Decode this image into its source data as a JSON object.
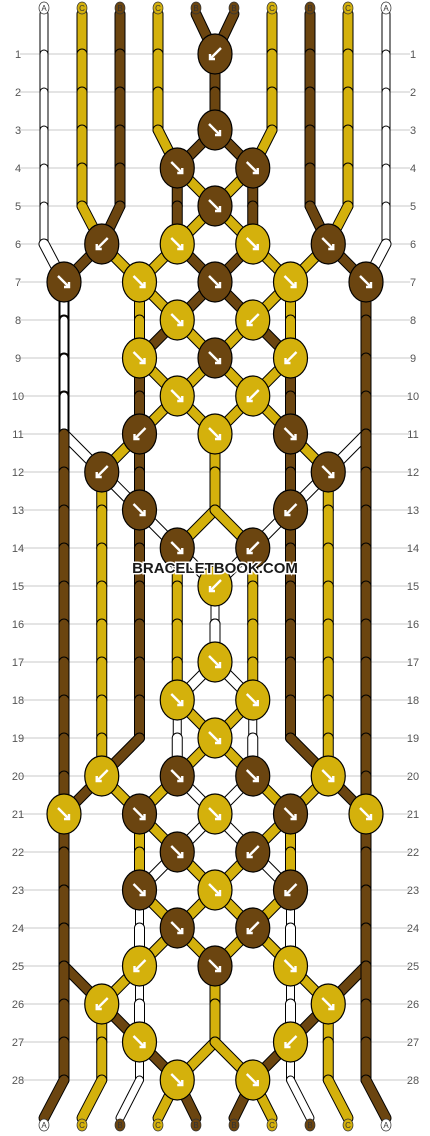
{
  "watermark": "BRACELETBOOK.COM",
  "strands": [
    "A",
    "C",
    "B",
    "C",
    "B",
    "B",
    "C",
    "B",
    "C",
    "A"
  ],
  "strand_colors": {
    "A": "#ffffff",
    "B": "#6b4510",
    "C": "#d4b10c"
  },
  "rows": 28,
  "row_labels": [
    "1",
    "2",
    "3",
    "4",
    "5",
    "6",
    "7",
    "8",
    "9",
    "10",
    "11",
    "12",
    "13",
    "14",
    "15",
    "16",
    "17",
    "18",
    "19",
    "20",
    "21",
    "22",
    "23",
    "24",
    "25",
    "26",
    "27",
    "28"
  ],
  "knots": [
    {
      "row": 1,
      "pos": 4,
      "color": "B",
      "dir": "sw"
    },
    {
      "row": 3,
      "pos": 4,
      "color": "B",
      "dir": "se"
    },
    {
      "row": 4,
      "pos": 3,
      "color": "B",
      "dir": "se"
    },
    {
      "row": 4,
      "pos": 5,
      "color": "B",
      "dir": "se"
    },
    {
      "row": 5,
      "pos": 4,
      "color": "B",
      "dir": "se"
    },
    {
      "row": 6,
      "pos": 1,
      "color": "B",
      "dir": "sw"
    },
    {
      "row": 6,
      "pos": 3,
      "color": "C",
      "dir": "se"
    },
    {
      "row": 6,
      "pos": 5,
      "color": "C",
      "dir": "se"
    },
    {
      "row": 6,
      "pos": 7,
      "color": "B",
      "dir": "se"
    },
    {
      "row": 7,
      "pos": 0,
      "color": "B",
      "dir": "se"
    },
    {
      "row": 7,
      "pos": 2,
      "color": "C",
      "dir": "se"
    },
    {
      "row": 7,
      "pos": 4,
      "color": "B",
      "dir": "se"
    },
    {
      "row": 7,
      "pos": 6,
      "color": "C",
      "dir": "se"
    },
    {
      "row": 7,
      "pos": 8,
      "color": "B",
      "dir": "se"
    },
    {
      "row": 8,
      "pos": 3,
      "color": "C",
      "dir": "se"
    },
    {
      "row": 8,
      "pos": 5,
      "color": "C",
      "dir": "sw"
    },
    {
      "row": 9,
      "pos": 2,
      "color": "C",
      "dir": "se"
    },
    {
      "row": 9,
      "pos": 4,
      "color": "B",
      "dir": "se"
    },
    {
      "row": 9,
      "pos": 6,
      "color": "C",
      "dir": "sw"
    },
    {
      "row": 10,
      "pos": 3,
      "color": "C",
      "dir": "se"
    },
    {
      "row": 10,
      "pos": 5,
      "color": "C",
      "dir": "sw"
    },
    {
      "row": 11,
      "pos": 2,
      "color": "B",
      "dir": "sw"
    },
    {
      "row": 11,
      "pos": 4,
      "color": "C",
      "dir": "se"
    },
    {
      "row": 11,
      "pos": 6,
      "color": "B",
      "dir": "se"
    },
    {
      "row": 12,
      "pos": 1,
      "color": "B",
      "dir": "sw"
    },
    {
      "row": 12,
      "pos": 7,
      "color": "B",
      "dir": "se"
    },
    {
      "row": 13,
      "pos": 2,
      "color": "B",
      "dir": "se"
    },
    {
      "row": 13,
      "pos": 6,
      "color": "B",
      "dir": "sw"
    },
    {
      "row": 14,
      "pos": 3,
      "color": "B",
      "dir": "se"
    },
    {
      "row": 14,
      "pos": 5,
      "color": "B",
      "dir": "sw"
    },
    {
      "row": 15,
      "pos": 4,
      "color": "C",
      "dir": "sw"
    },
    {
      "row": 17,
      "pos": 4,
      "color": "C",
      "dir": "se"
    },
    {
      "row": 18,
      "pos": 3,
      "color": "C",
      "dir": "se"
    },
    {
      "row": 18,
      "pos": 5,
      "color": "C",
      "dir": "se"
    },
    {
      "row": 19,
      "pos": 4,
      "color": "C",
      "dir": "se"
    },
    {
      "row": 20,
      "pos": 1,
      "color": "C",
      "dir": "sw"
    },
    {
      "row": 20,
      "pos": 3,
      "color": "B",
      "dir": "se"
    },
    {
      "row": 20,
      "pos": 5,
      "color": "B",
      "dir": "se"
    },
    {
      "row": 20,
      "pos": 7,
      "color": "C",
      "dir": "se"
    },
    {
      "row": 21,
      "pos": 0,
      "color": "C",
      "dir": "se"
    },
    {
      "row": 21,
      "pos": 2,
      "color": "B",
      "dir": "se"
    },
    {
      "row": 21,
      "pos": 4,
      "color": "C",
      "dir": "se"
    },
    {
      "row": 21,
      "pos": 6,
      "color": "B",
      "dir": "se"
    },
    {
      "row": 21,
      "pos": 8,
      "color": "C",
      "dir": "se"
    },
    {
      "row": 22,
      "pos": 3,
      "color": "B",
      "dir": "se"
    },
    {
      "row": 22,
      "pos": 5,
      "color": "B",
      "dir": "sw"
    },
    {
      "row": 23,
      "pos": 2,
      "color": "B",
      "dir": "se"
    },
    {
      "row": 23,
      "pos": 4,
      "color": "C",
      "dir": "se"
    },
    {
      "row": 23,
      "pos": 6,
      "color": "B",
      "dir": "sw"
    },
    {
      "row": 24,
      "pos": 3,
      "color": "B",
      "dir": "se"
    },
    {
      "row": 24,
      "pos": 5,
      "color": "B",
      "dir": "sw"
    },
    {
      "row": 25,
      "pos": 2,
      "color": "C",
      "dir": "sw"
    },
    {
      "row": 25,
      "pos": 4,
      "color": "B",
      "dir": "se"
    },
    {
      "row": 25,
      "pos": 6,
      "color": "C",
      "dir": "se"
    },
    {
      "row": 26,
      "pos": 1,
      "color": "C",
      "dir": "sw"
    },
    {
      "row": 26,
      "pos": 7,
      "color": "C",
      "dir": "se"
    },
    {
      "row": 27,
      "pos": 2,
      "color": "C",
      "dir": "se"
    },
    {
      "row": 27,
      "pos": 6,
      "color": "C",
      "dir": "sw"
    },
    {
      "row": 28,
      "pos": 3,
      "color": "C",
      "dir": "se"
    },
    {
      "row": 28,
      "pos": 5,
      "color": "C",
      "dir": "se"
    }
  ]
}
